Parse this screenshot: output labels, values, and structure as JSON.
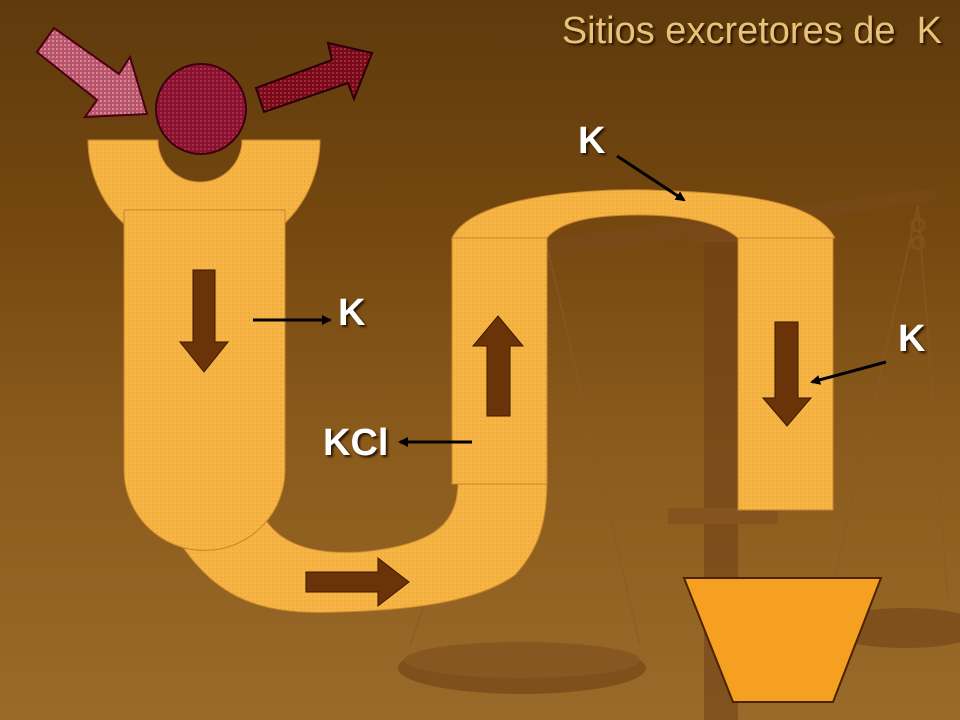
{
  "title": "Sitios excretores de  K",
  "labels": {
    "k_top": "K",
    "k_left": "K",
    "k_right": "K",
    "kcl": "KCl"
  },
  "colors": {
    "background": "#6b4210",
    "tubule_fill": "#f5b443",
    "tubule_stroke": "#c8862a",
    "glomerulus": "#8a1230",
    "flow_arrow": "#6a3408",
    "collecting_cup": "#f5a020",
    "scale": "#7a4a1c"
  }
}
